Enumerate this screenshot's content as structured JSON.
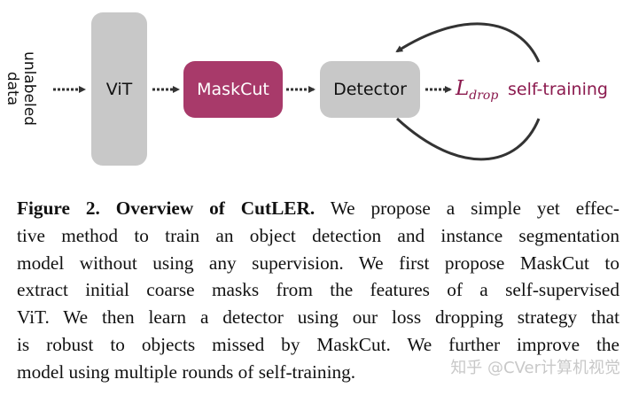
{
  "figure": {
    "input_label_line1": "unlabeled",
    "input_label_line2": "data",
    "vit_label": "ViT",
    "maskcut_label": "MaskCut",
    "detector_label": "Detector",
    "loss_symbol": "L",
    "loss_subscript": "drop",
    "selftraining_label": "self-training",
    "colors": {
      "box_gray": "#c8c8c8",
      "maskcut": "#a83a6a",
      "accent_text": "#8b1a4e",
      "arrow": "#333333"
    }
  },
  "caption": {
    "label": "Figure 2.",
    "title": "Overview of CutLER.",
    "lines": [
      "We propose a simple yet effec-",
      "tive method to train an object detection and instance segmentation",
      "model without using any supervision. We first propose MaskCut to",
      "extract initial coarse masks from the features of a self-supervised",
      "ViT. We then learn a detector using our loss dropping strategy that",
      "is robust to objects missed by MaskCut.  We further improve the",
      "model using multiple rounds of self-training."
    ]
  },
  "watermark": "知乎 @CVer计算机视觉"
}
